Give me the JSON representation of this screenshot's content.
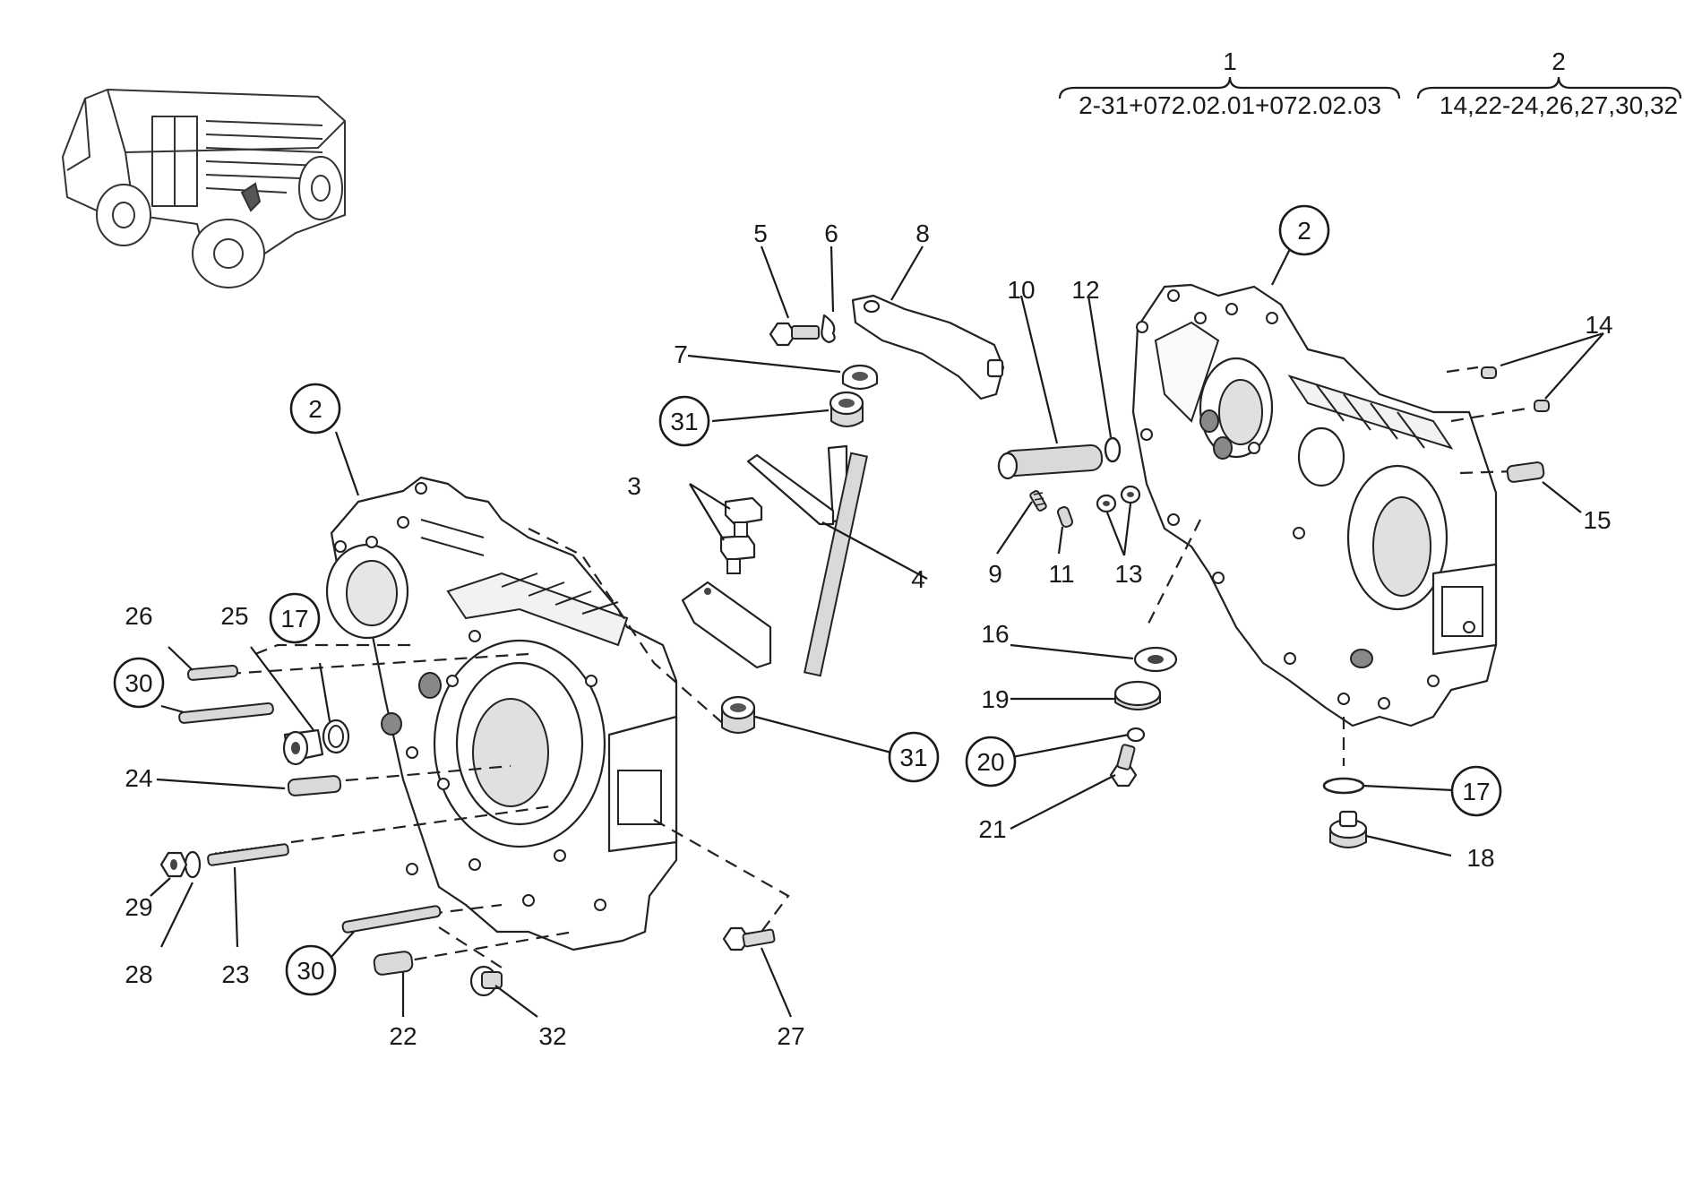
{
  "header": {
    "group1": {
      "number": "1",
      "range": "2-31+072.02.01+072.02.03"
    },
    "group2": {
      "number": "2",
      "range": "14,22-24,26,27,30,32"
    }
  },
  "callouts": {
    "c2a": "2",
    "c2b": "2",
    "c3": "3",
    "c4": "4",
    "c5": "5",
    "c6": "6",
    "c7": "7",
    "c8": "8",
    "c9": "9",
    "c10": "10",
    "c11": "11",
    "c12": "12",
    "c13": "13",
    "c14": "14",
    "c15": "15",
    "c16": "16",
    "c17a": "17",
    "c17b": "17",
    "c18": "18",
    "c19": "19",
    "c20": "20",
    "c21": "21",
    "c22": "22",
    "c23": "23",
    "c24": "24",
    "c25": "25",
    "c26": "26",
    "c27": "27",
    "c28": "28",
    "c29": "29",
    "c30a": "30",
    "c30b": "30",
    "c31a": "31",
    "c31b": "31",
    "c32": "32"
  }
}
